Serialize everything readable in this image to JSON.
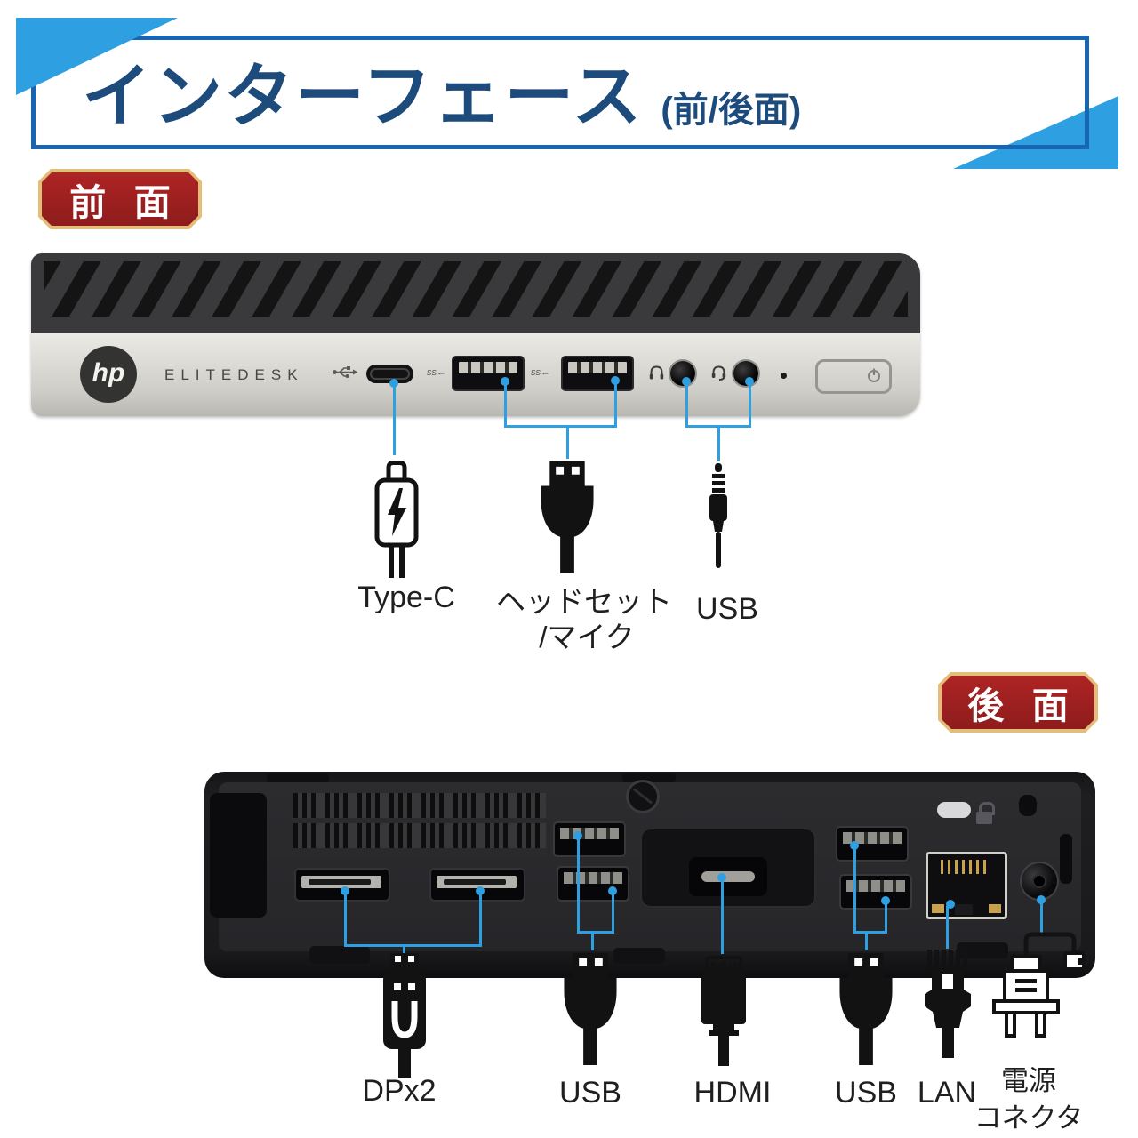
{
  "colors": {
    "accent_blue": "#2E9FE0",
    "header_border": "#1766B4",
    "title_navy": "#1D4B7C",
    "badge_red_top": "#AE2424",
    "badge_red_bottom": "#8E1C1C",
    "badge_gold": "#E3BE78"
  },
  "header": {
    "title": "インターフェース",
    "subtitle": "(前/後面)"
  },
  "front": {
    "badge": "前 面",
    "device": {
      "brand": "hp",
      "model": "ELITEDESK",
      "ss_mark_1": "ss←",
      "ss_mark_2": "ss←"
    },
    "callouts": [
      {
        "icon": "type-c-plug",
        "label": "Type-C"
      },
      {
        "icon": "usb-plug",
        "label": "ヘッドセット",
        "label2": "/マイク"
      },
      {
        "icon": "audio-jack-plug",
        "label": "USB"
      }
    ]
  },
  "rear": {
    "badge": "後 面",
    "callouts": [
      {
        "icon": "displayport-plug",
        "label": "DPx2"
      },
      {
        "icon": "usb-plug",
        "label": "USB"
      },
      {
        "icon": "hdmi-plug",
        "label": "HDMI"
      },
      {
        "icon": "usb-plug",
        "label": "USB"
      },
      {
        "icon": "lan-plug",
        "label": "LAN"
      },
      {
        "icon": "power-plug",
        "label": "電源",
        "label2": "コネクタ"
      }
    ]
  }
}
